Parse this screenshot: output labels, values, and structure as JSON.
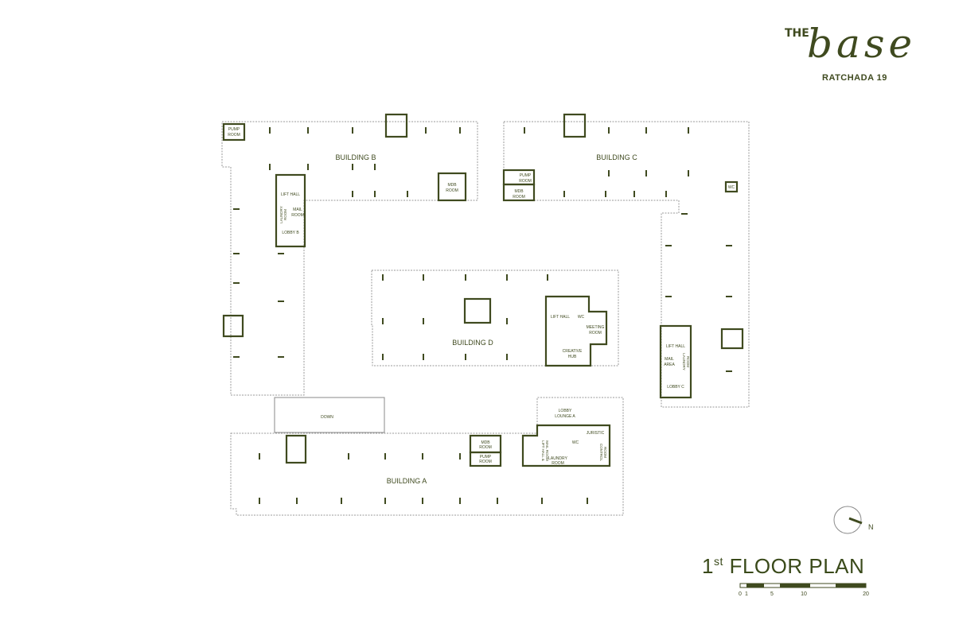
{
  "logo": {
    "the": "THE",
    "brand": "base",
    "subtitle": "RATCHADA 19"
  },
  "plan_title": {
    "number": "1",
    "suffix": "st",
    "text": "FLOOR PLAN"
  },
  "buildings": {
    "a": "BUILDING A",
    "b": "BUILDING B",
    "c": "BUILDING C",
    "d": "BUILDING D"
  },
  "rooms": {
    "pump_room": [
      "PUMP",
      "ROOM"
    ],
    "mdb_room": [
      "MDB",
      "ROOM"
    ],
    "lift_hall": "LIFT HALL",
    "laundry_room": [
      "LAUNDRY",
      "ROOM"
    ],
    "mail_room": [
      "MAIL",
      "ROOM"
    ],
    "mail_area": [
      "MAIL",
      "AREA"
    ],
    "lobby_b": "LOBBY B",
    "lobby_c": "LOBBY C",
    "wc": "WC",
    "meeting_room": [
      "MEETING",
      "ROOM"
    ],
    "creative_hub": [
      "CREATIVE",
      "HUB"
    ],
    "down": "DOWN",
    "lobby_lounge_a": [
      "LOBBY",
      "LOUNGE A"
    ],
    "lift_hall_mail_room": [
      "LIFT HALL &",
      "MAIL ROOM"
    ],
    "juristic": "JURISTIC",
    "control_room": [
      "CONTROL",
      "ROOM"
    ]
  },
  "compass": {
    "label": "N"
  },
  "scale": {
    "ticks": [
      "0",
      "1",
      "5",
      "10",
      "20"
    ]
  },
  "colors": {
    "ink": "#3f4a1f",
    "outline": "#9a9a9a"
  }
}
